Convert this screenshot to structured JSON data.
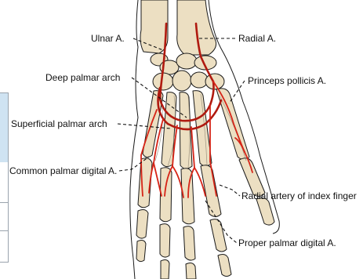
{
  "labels": {
    "ulnar": "Ulnar A.",
    "radial": "Radial A.",
    "deep_arch": "Deep palmar arch",
    "princeps": "Princeps pollicis A.",
    "superficial_arch": "Superficial palmar arch",
    "common_digital": "Common palmar digital A.",
    "radial_index": "Radial artery of index finger",
    "proper_digital": "Proper palmar digital A."
  },
  "colors": {
    "bone_fill": "#ecdfc2",
    "bone_edge": "#1a1a1a",
    "artery": "#d62417",
    "artery_dark": "#b01a10",
    "leader": "#111111",
    "side_panel": "#cfe3f2"
  }
}
